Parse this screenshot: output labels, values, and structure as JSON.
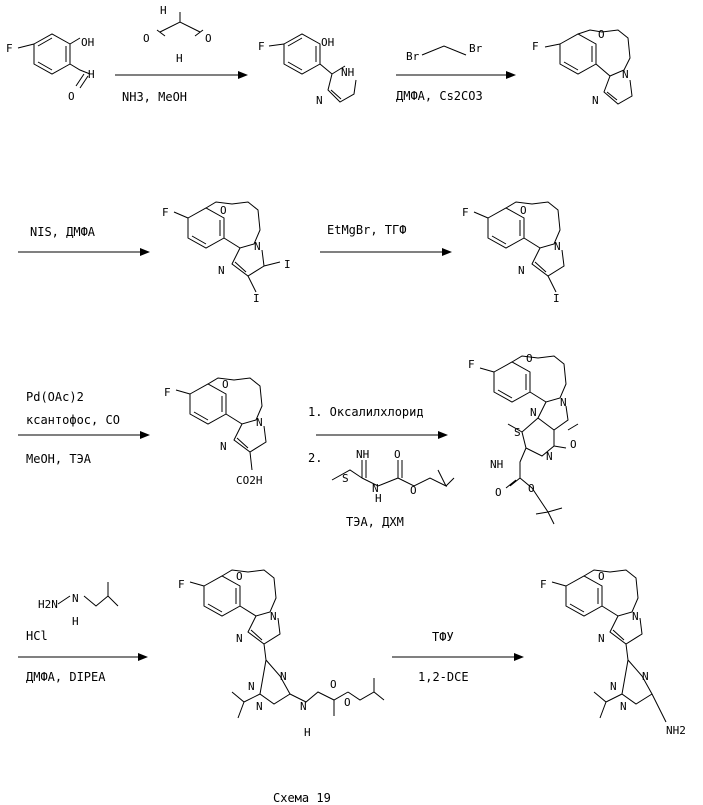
{
  "steps": [
    {
      "above": [
        "",
        ""
      ],
      "below": [
        "NH3, MeOH"
      ]
    },
    {
      "above": [
        ""
      ],
      "below": [
        "ДМФА, Cs2CO3"
      ]
    },
    {
      "above": [
        "NIS, ДМФА"
      ],
      "below": []
    },
    {
      "above": [
        "EtMgBr, ТГФ"
      ],
      "below": []
    },
    {
      "above": [
        "Pd(OAc)2",
        "ксантофос, CO"
      ],
      "below": [
        "MeOH, ТЭА"
      ]
    },
    {
      "above": [
        "1. Оксалилхлорид"
      ],
      "below": [
        "2.",
        "ТЭА, ДХМ"
      ]
    },
    {
      "above": [
        "HCl"
      ],
      "below": [
        "ДМФА, DIPEA"
      ]
    },
    {
      "above": [
        "ТФУ"
      ],
      "below": [
        "1,2-DCE"
      ]
    }
  ],
  "atoms": {
    "F": "F",
    "OH": "OH",
    "O": "O",
    "H": "H",
    "NH": "NH",
    "N": "N",
    "Br": "Br",
    "I": "I",
    "CO2H": "CO2H",
    "S": "S",
    "NH2": "NH2",
    "H2N": "H2N"
  },
  "caption": "Схема 19"
}
